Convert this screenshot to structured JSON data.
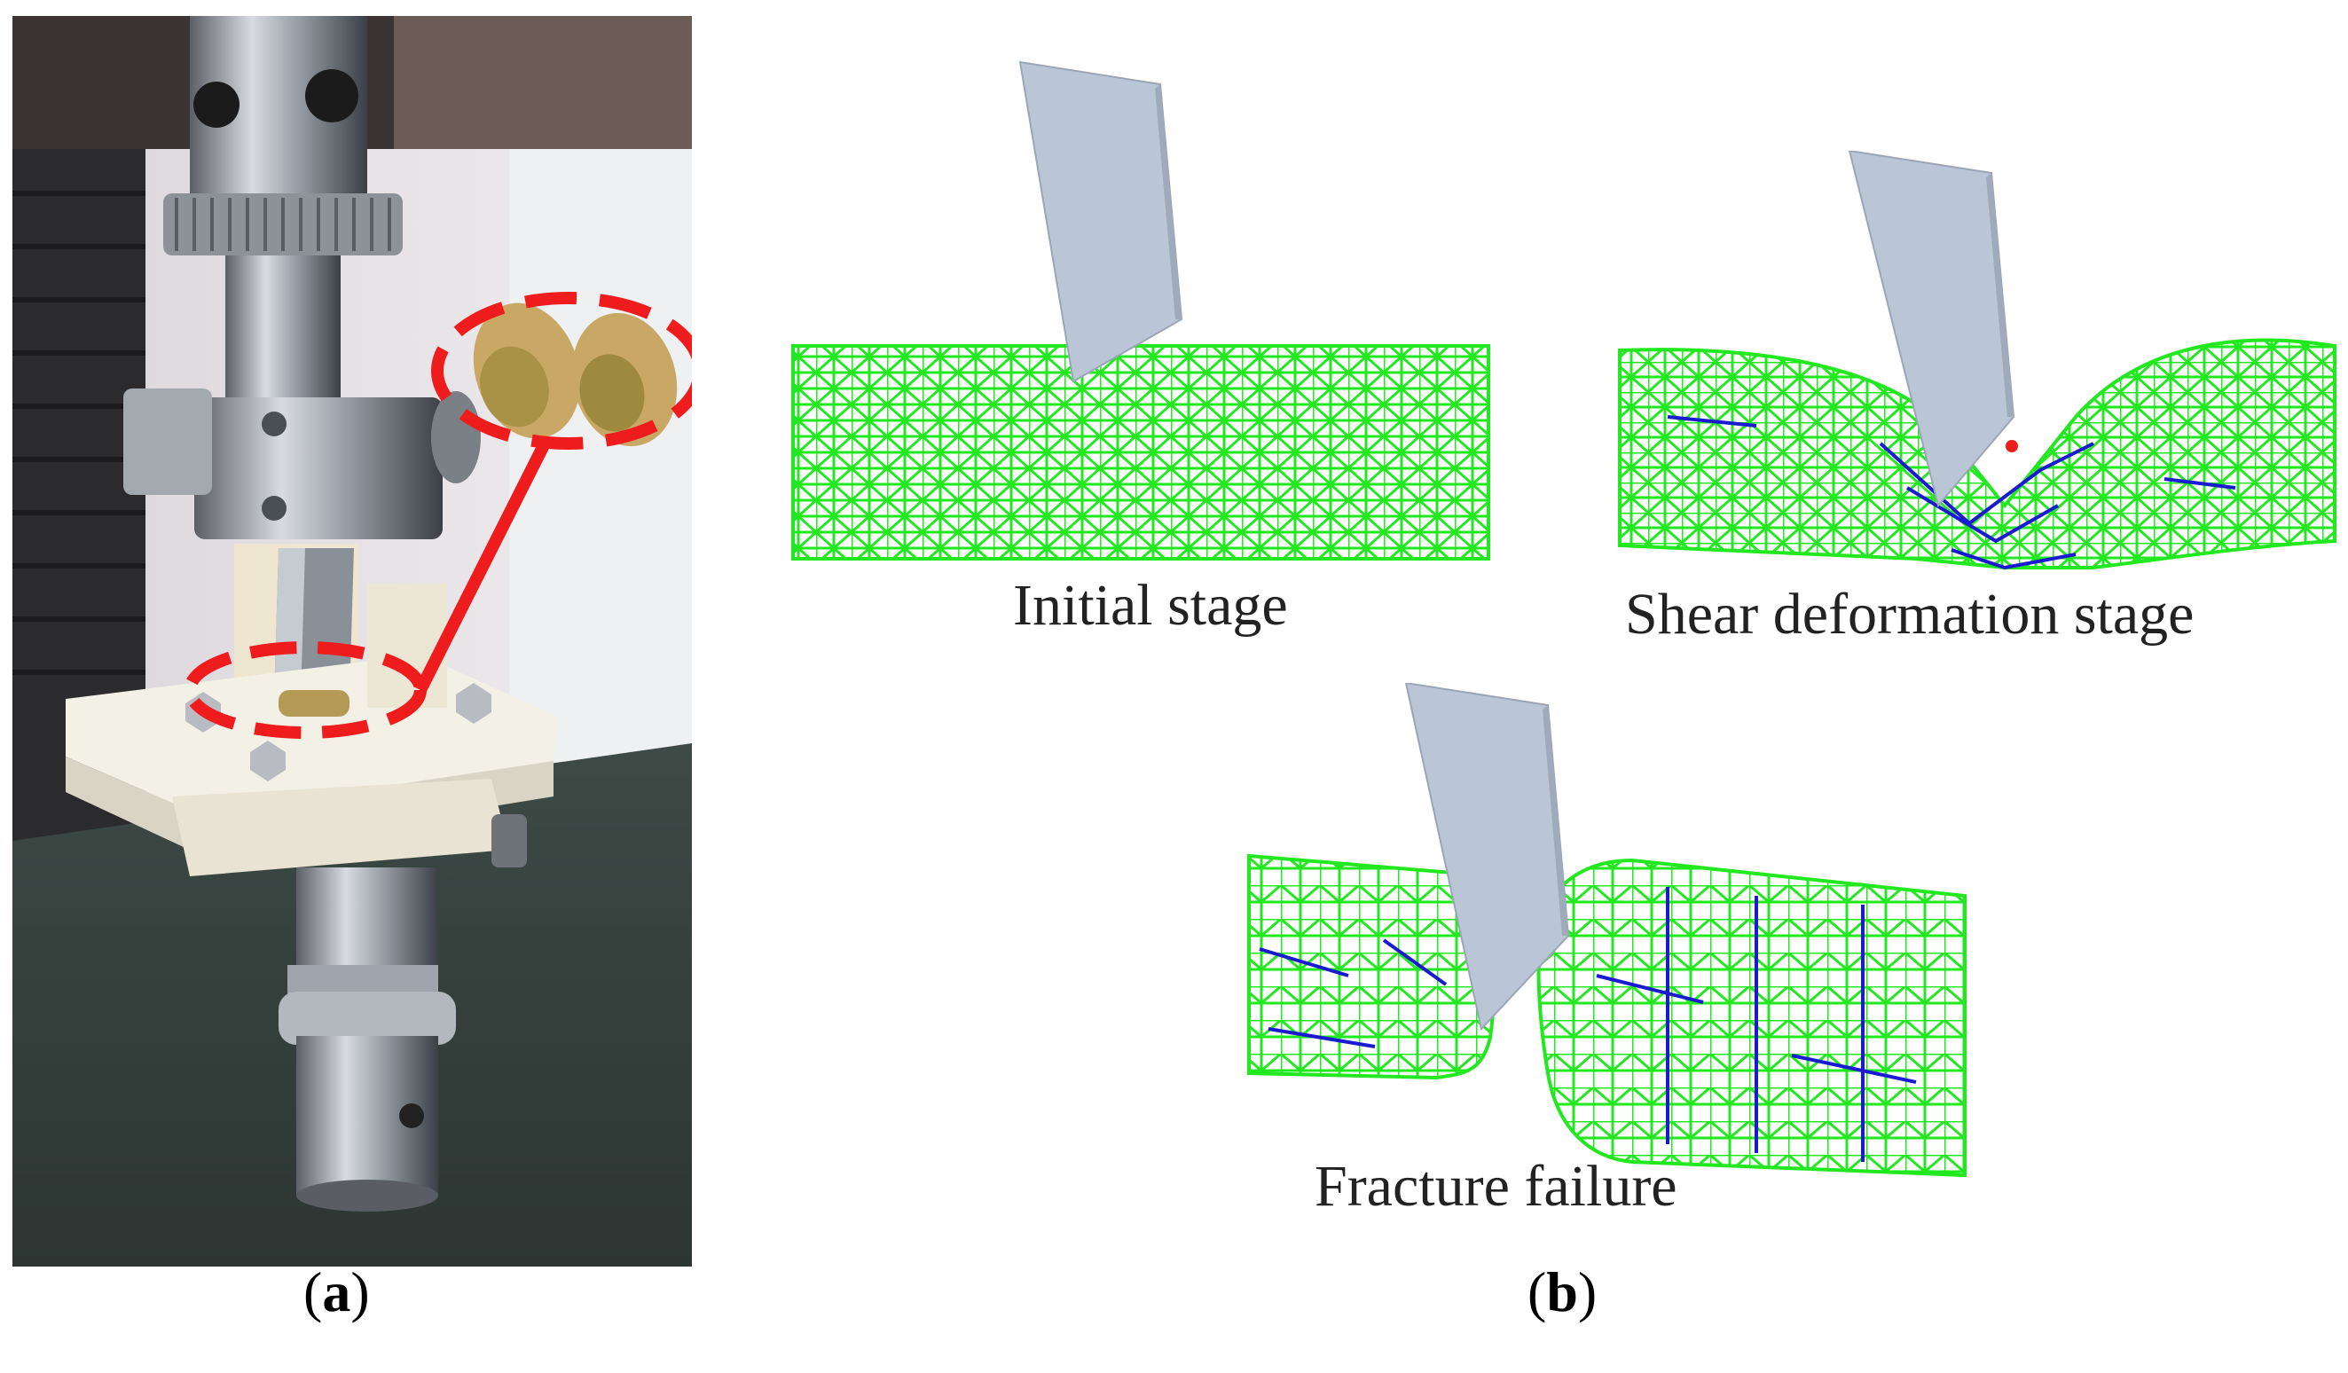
{
  "panel_a": {
    "label_open": "(",
    "label_letter": "a",
    "label_close": ")"
  },
  "panel_b": {
    "label_open": "(",
    "label_letter": "b",
    "label_close": ")",
    "stages": [
      {
        "caption": "Initial stage"
      },
      {
        "caption": "Shear deformation stage"
      },
      {
        "caption": "Fracture failure"
      }
    ]
  },
  "colors": {
    "mesh_green": "#22e81f",
    "mesh_blue": "#1a1ad0",
    "blade": "#b9c6d6",
    "highlight_red": "#ee1c1c"
  }
}
